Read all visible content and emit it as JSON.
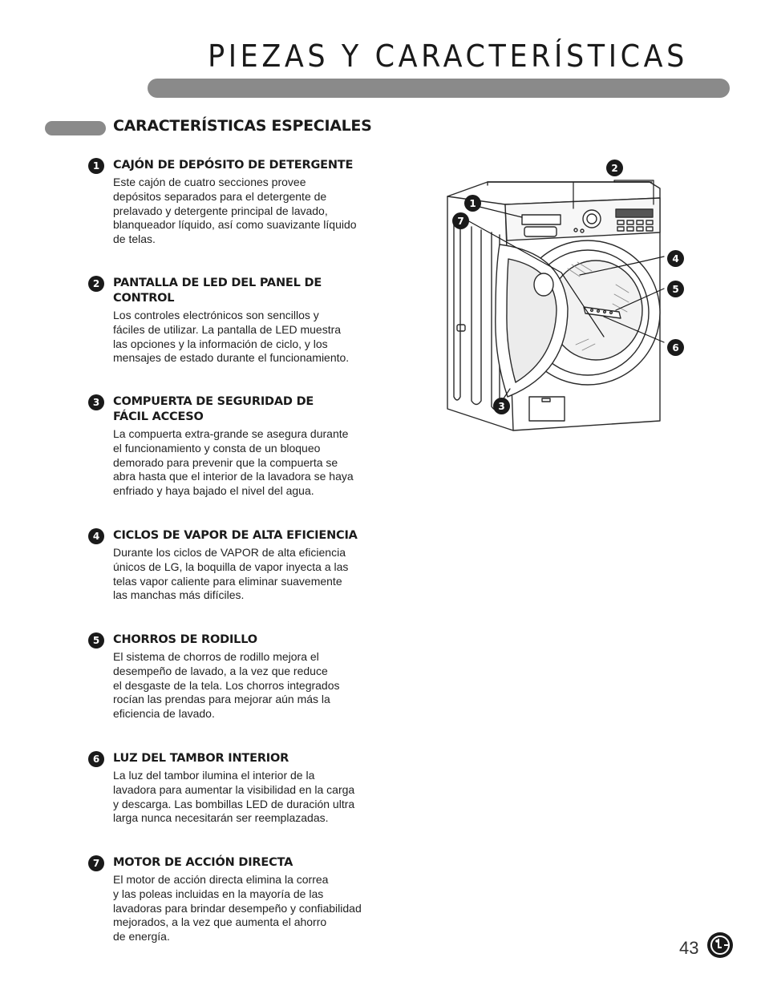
{
  "page": {
    "title": "PIEZAS Y CARACTERÍSTICAS",
    "section_title": "CARACTERÍSTICAS ESPECIALES",
    "page_number": "43",
    "logo_icon": "lg-logo-icon"
  },
  "features": [
    {
      "number": "1",
      "heading": "CAJÓN DE DEPÓSITO DE DETERGENTE",
      "body": "Este cajón de cuatro secciones provee\ndepósitos separados para el detergente de\nprelavado y detergente principal de lavado,\nblanqueador líquido, así como suavizante líquido\nde telas."
    },
    {
      "number": "2",
      "heading": "PANTALLA DE LED DEL PANEL DE CONTROL",
      "body": "Los controles electrónicos son sencillos y\nfáciles de utilizar. La pantalla de LED muestra\nlas opciones y la información de ciclo, y los\nmensajes de estado durante el funcionamiento."
    },
    {
      "number": "3",
      "heading": "COMPUERTA DE SEGURIDAD DE FÁCIL ACCESO",
      "body": "La compuerta extra-grande se asegura durante\nel funcionamiento y consta de un bloqueo\ndemorado para prevenir que la compuerta se\nabra hasta que el interior de la lavadora se haya\nenfriado y haya bajado el nivel del agua."
    },
    {
      "number": "4",
      "heading": "CICLOS DE VAPOR DE ALTA EFICIENCIA",
      "body": "Durante los ciclos de VAPOR de alta eficiencia\núnicos de LG, la boquilla de vapor inyecta a las\ntelas vapor caliente para eliminar suavemente\nlas manchas más difíciles."
    },
    {
      "number": "5",
      "heading": "CHORROS DE RODILLO",
      "body": "El sistema de chorros de rodillo mejora el\ndesempeño de lavado, a la vez que reduce\nel desgaste de la tela. Los chorros integrados\nrocían las prendas para mejorar aún más la\neficiencia de lavado."
    },
    {
      "number": "6",
      "heading": "LUZ DEL TAMBOR INTERIOR",
      "body": "La luz del tambor ilumina el interior de la\nlavadora para aumentar la visibilidad en la carga\ny descarga. Las bombillas LED de duración ultra\nlarga nunca necesitarán ser reemplazadas."
    },
    {
      "number": "7",
      "heading": "MOTOR DE ACCIÓN DIRECTA",
      "body": "El motor de acción directa elimina la correa\ny las poleas incluidas en la mayoría de las\nlavadoras para brindar desempeño y confiabilidad\nmejorados, a la vez que aumenta el ahorro\nde energía."
    }
  ],
  "figure": {
    "icon": "washing-machine-icon",
    "callouts": [
      "1",
      "2",
      "3",
      "4",
      "5",
      "6",
      "7"
    ]
  }
}
